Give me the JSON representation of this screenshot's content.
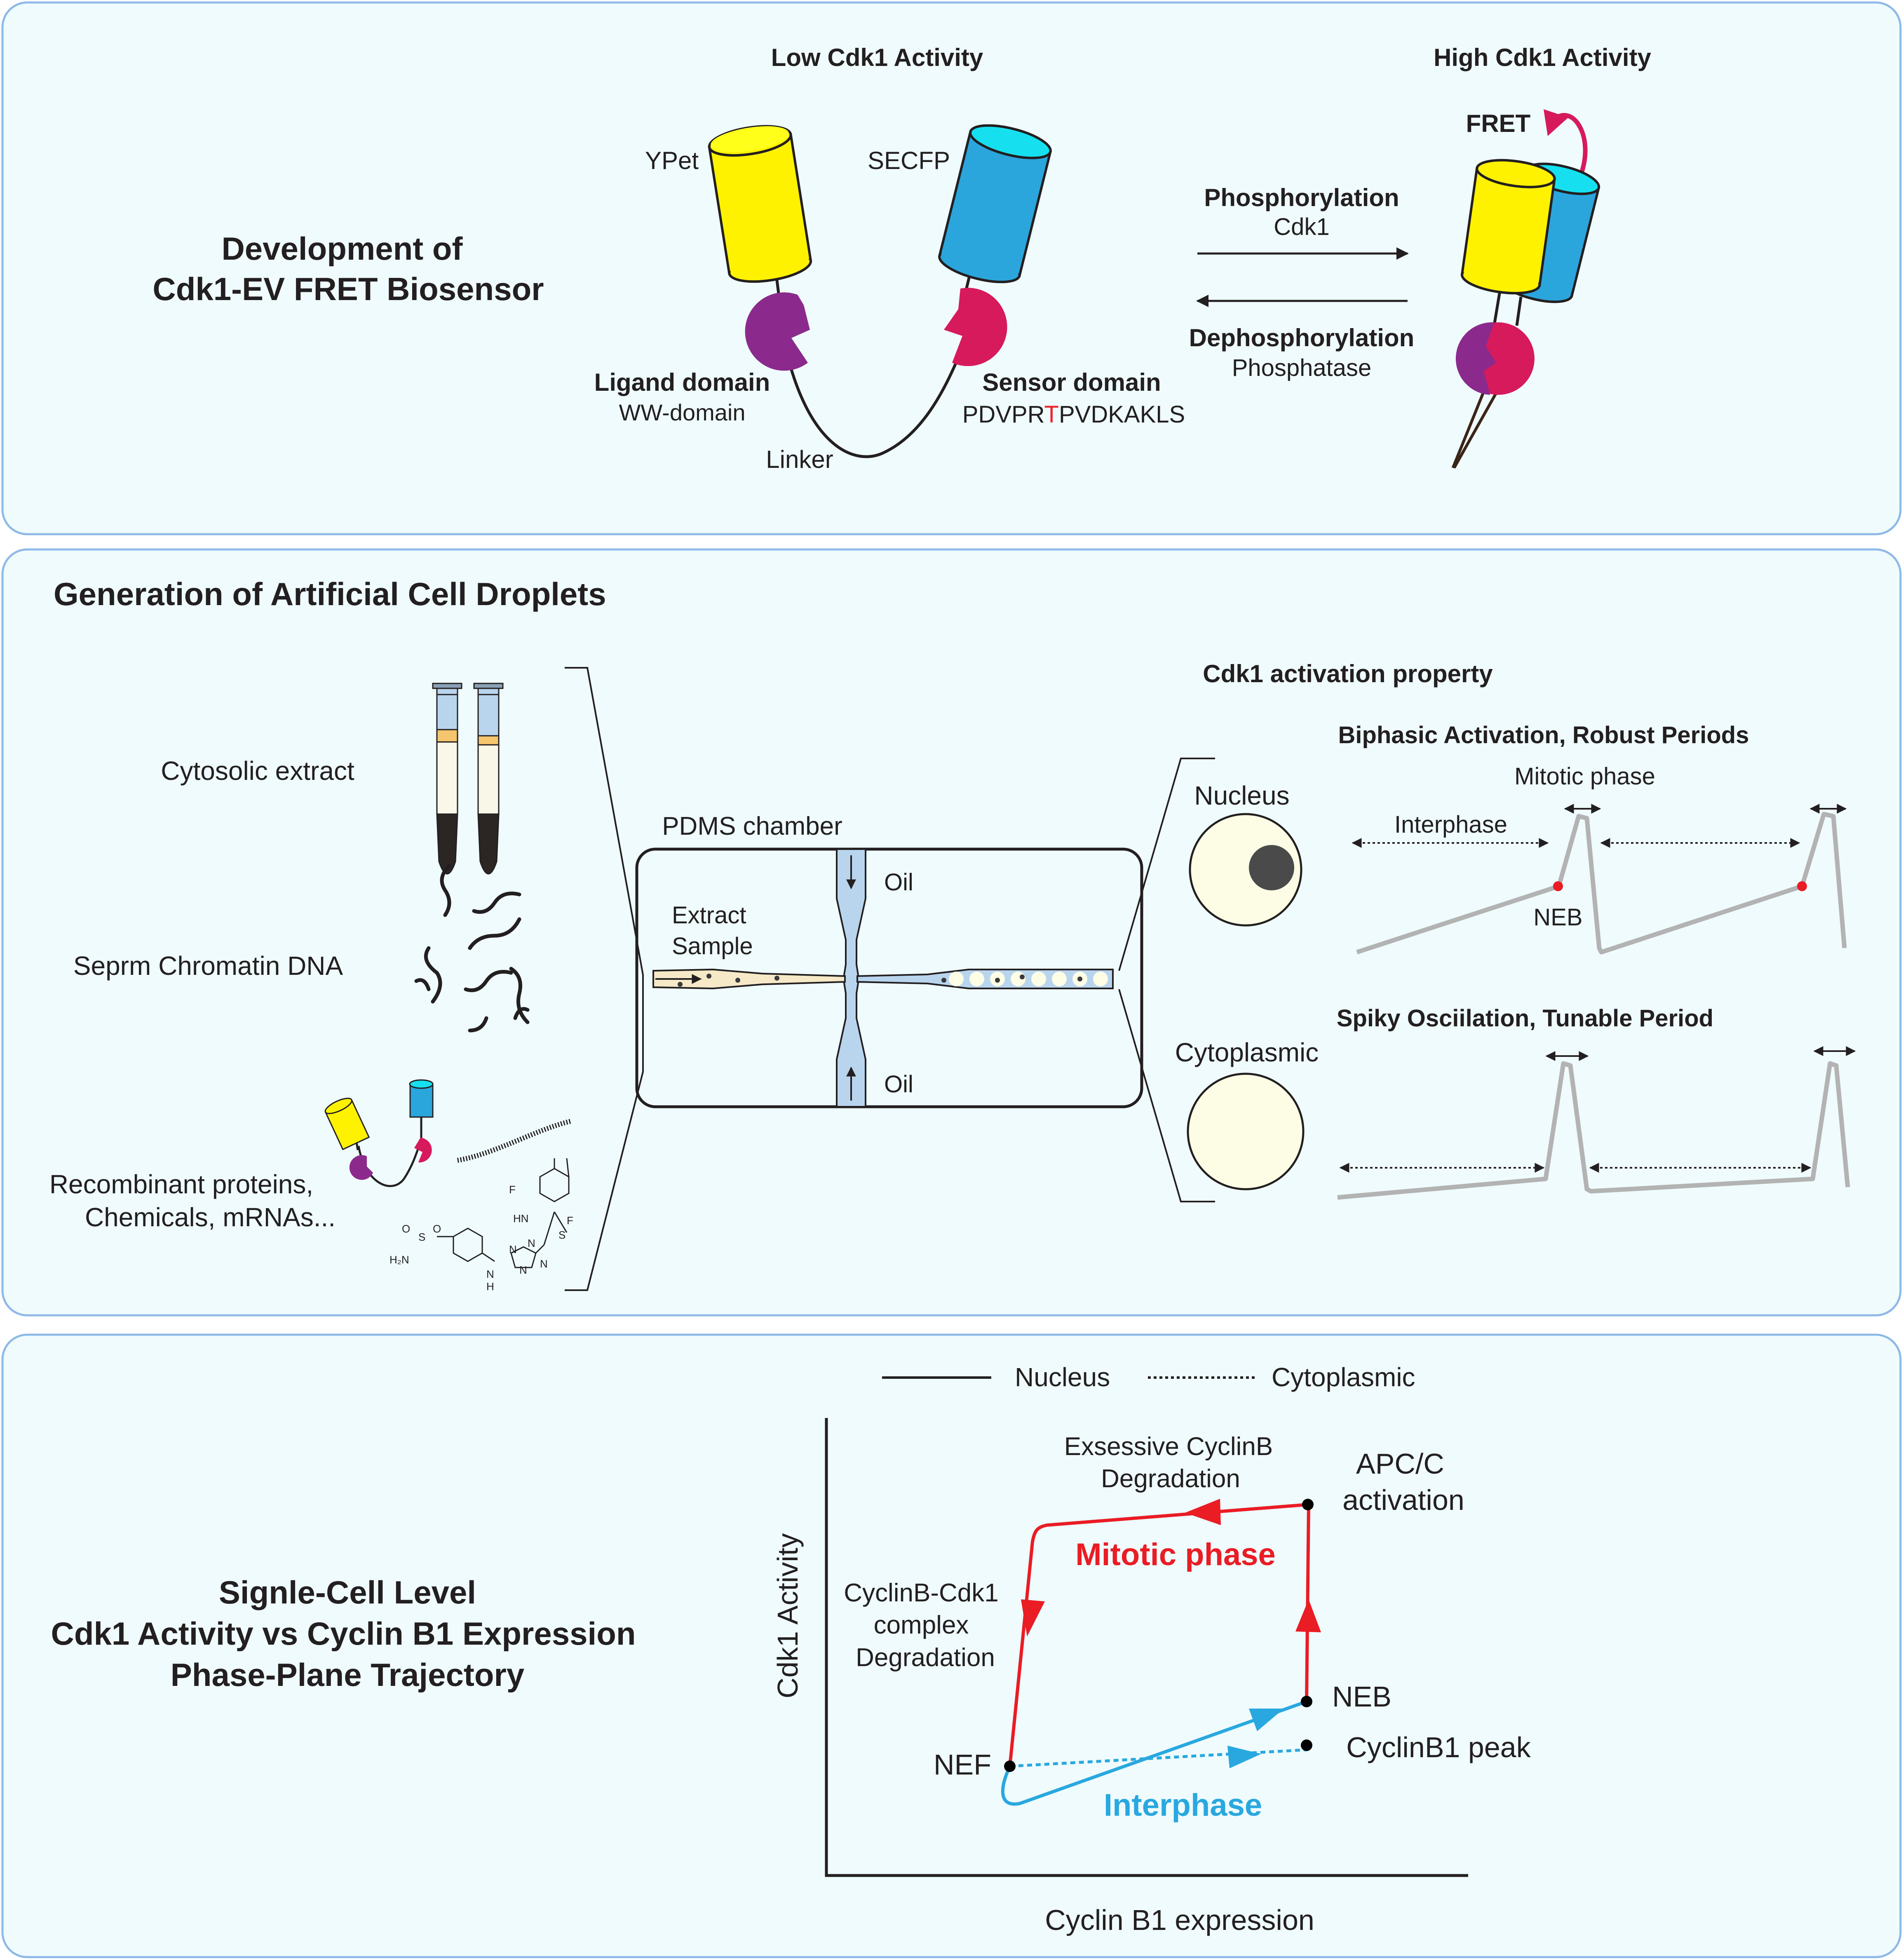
{
  "colors": {
    "panel_fill": "#effbfd",
    "panel_stroke": "#8eb8e8",
    "yellow": "#fff200",
    "cyan": "#2aa6dd",
    "purple": "#8b2a8c",
    "crimson": "#d61a5c",
    "red": "#ea1c24",
    "blue": "#29a8df",
    "grey_trace": "#b3b3b3",
    "red_text": "#ee2329"
  },
  "panel1": {
    "title_line1": "Development of",
    "title_line2": "Cdk1-EV FRET Biosensor",
    "low_activity": "Low Cdk1 Activity",
    "high_activity": "High Cdk1 Activity",
    "ypet": "YPet",
    "secfp": "SECFP",
    "fret": "FRET",
    "ligand_domain": "Ligand domain",
    "ww_domain": "WW-domain",
    "sensor_domain": "Sensor domain",
    "seq_before": "PDVPR",
    "seq_t": "T",
    "seq_after": "PVDKAKLS",
    "linker": "Linker",
    "phosphorylation": "Phosphorylation",
    "cdk1": "Cdk1",
    "dephosphorylation": "Dephosphorylation",
    "phosphatase": "Phosphatase"
  },
  "panel2": {
    "title": "Generation of Artificial Cell Droplets",
    "cytosolic_extract": "Cytosolic extract",
    "chromatin": "Seprm Chromatin DNA",
    "recombinant_line1": "Recombinant proteins,",
    "recombinant_line2": "Chemicals, mRNAs...",
    "pdms_chamber": "PDMS chamber",
    "oil_top": "Oil",
    "oil_bottom": "Oil",
    "extract": "Extract",
    "sample": "Sample",
    "activation_property": "Cdk1 activation property",
    "nucleus": "Nucleus",
    "cytoplasmic": "Cytoplasmic",
    "biphasic": "Biphasic Activation, Robust Periods",
    "mitotic_phase": "Mitotic phase",
    "interphase": "Interphase",
    "neb": "NEB",
    "spiky": "Spiky Osciilation, Tunable Period",
    "chem": {
      "f1": "F",
      "f2": "F",
      "hn": "HN",
      "s1": "S",
      "s2": "S",
      "o1": "O",
      "o2": "O",
      "h2n": "H₂N",
      "n1": "N",
      "n2": "N",
      "n3": "N",
      "n4": "N",
      "nh": "N",
      "h": "H"
    }
  },
  "panel3": {
    "title_line1": "Signle-Cell Level",
    "title_line2": "Cdk1 Activity vs Cyclin B1 Expression",
    "title_line3": "Phase-Plane Trajectory",
    "legend_solid": "Nucleus",
    "legend_dotted": "Cytoplasmic",
    "ylabel": "Cdk1 Activity",
    "xlabel": "Cyclin B1 expression",
    "excessive_line1": "Exsessive CyclinB",
    "excessive_line2": "Degradation",
    "apc_line1": "APC/C",
    "apc_line2": "activation",
    "mitotic_phase": "Mitotic phase",
    "complex_line1": "CyclinB-Cdk1",
    "complex_line2": "complex",
    "complex_line3": "Degradation",
    "neb": "NEB",
    "nef": "NEF",
    "cyclinb1_peak": "CyclinB1 peak",
    "interphase": "Interphase"
  }
}
